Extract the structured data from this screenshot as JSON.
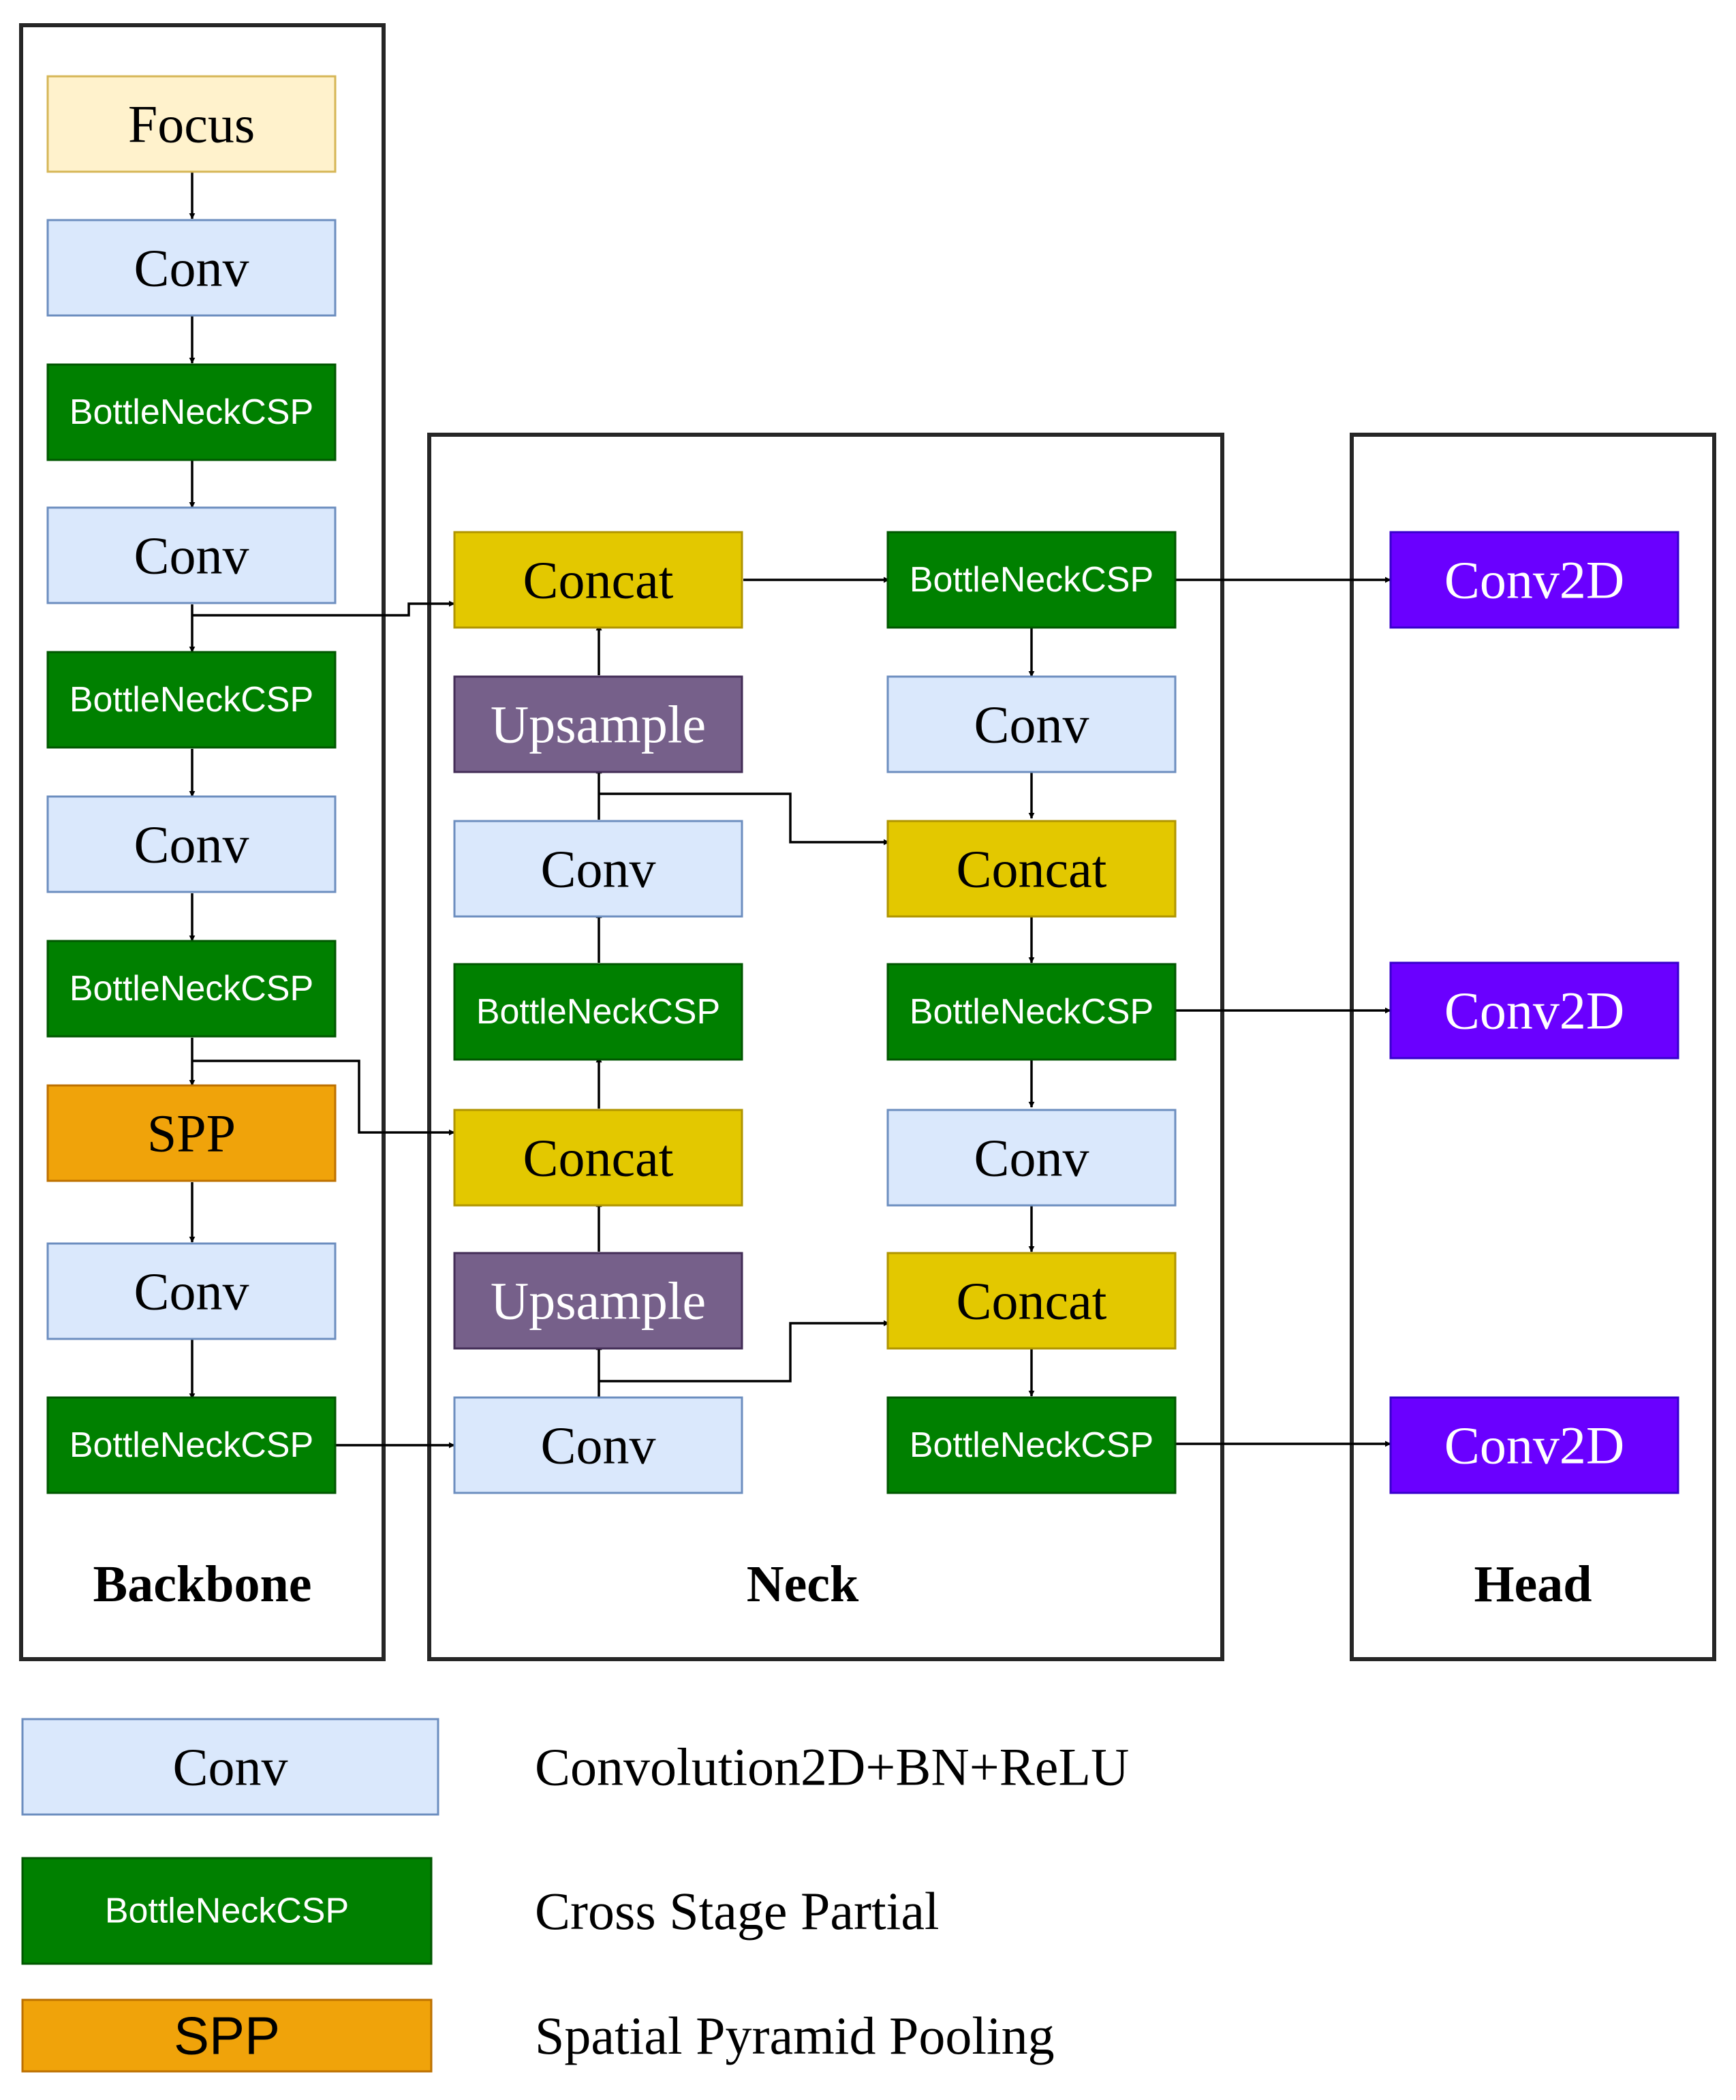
{
  "diagram": {
    "sections": {
      "backbone": "Backbone",
      "neck": "Neck",
      "head": "Head"
    },
    "colors": {
      "focus": "#fff2cc",
      "focus_border": "#d6b656",
      "conv": "#dae8fc",
      "conv_border": "#6c8ebf",
      "csp": "#008000",
      "csp_border": "#005700",
      "spp": "#f0a30a",
      "spp_border": "#bd7000",
      "concat": "#e3c800",
      "concat_border": "#b09500",
      "upsample": "#76608a",
      "upsample_border": "#432d57",
      "conv2d": "#6a00ff",
      "conv2d_border": "#3700cc"
    },
    "blocks": [
      {
        "id": "b-focus",
        "label": "Focus",
        "kind": "focus"
      },
      {
        "id": "b-conv1",
        "label": "Conv",
        "kind": "conv"
      },
      {
        "id": "b-csp1",
        "label": "BottleNeckCSP",
        "kind": "csp"
      },
      {
        "id": "b-conv2",
        "label": "Conv",
        "kind": "conv"
      },
      {
        "id": "b-csp2",
        "label": "BottleNeckCSP",
        "kind": "csp"
      },
      {
        "id": "b-conv3",
        "label": "Conv",
        "kind": "conv"
      },
      {
        "id": "b-csp3",
        "label": "BottleNeckCSP",
        "kind": "csp"
      },
      {
        "id": "b-spp",
        "label": "SPP",
        "kind": "spp"
      },
      {
        "id": "b-conv4",
        "label": "Conv",
        "kind": "conv"
      },
      {
        "id": "b-csp4",
        "label": "BottleNeckCSP",
        "kind": "csp"
      },
      {
        "id": "n-concat1",
        "label": "Concat",
        "kind": "concat"
      },
      {
        "id": "n-up1",
        "label": "Upsample",
        "kind": "upsample"
      },
      {
        "id": "n-conv1",
        "label": "Conv",
        "kind": "conv"
      },
      {
        "id": "n-csp1",
        "label": "BottleNeckCSP",
        "kind": "csp"
      },
      {
        "id": "n-concat2",
        "label": "Concat",
        "kind": "concat"
      },
      {
        "id": "n-up2",
        "label": "Upsample",
        "kind": "upsample"
      },
      {
        "id": "n-conv2",
        "label": "Conv",
        "kind": "conv"
      },
      {
        "id": "n-csp-r1",
        "label": "BottleNeckCSP",
        "kind": "csp"
      },
      {
        "id": "n-conv-r1",
        "label": "Conv",
        "kind": "conv"
      },
      {
        "id": "n-concat-r1",
        "label": "Concat",
        "kind": "concat"
      },
      {
        "id": "n-csp-r2",
        "label": "BottleNeckCSP",
        "kind": "csp"
      },
      {
        "id": "n-conv-r2",
        "label": "Conv",
        "kind": "conv"
      },
      {
        "id": "n-concat-r2",
        "label": "Concat",
        "kind": "concat"
      },
      {
        "id": "n-csp-r3",
        "label": "BottleNeckCSP",
        "kind": "csp"
      },
      {
        "id": "h-conv2d-1",
        "label": "Conv2D",
        "kind": "conv2d"
      },
      {
        "id": "h-conv2d-2",
        "label": "Conv2D",
        "kind": "conv2d"
      },
      {
        "id": "h-conv2d-3",
        "label": "Conv2D",
        "kind": "conv2d"
      }
    ]
  },
  "legend": [
    {
      "label": "Conv",
      "kind": "conv",
      "description": "Convolution2D+BN+ReLU"
    },
    {
      "label": "BottleNeckCSP",
      "kind": "csp",
      "description": "Cross Stage Partial"
    },
    {
      "label": "SPP",
      "kind": "spp",
      "description": "Spatial Pyramid Pooling"
    }
  ]
}
